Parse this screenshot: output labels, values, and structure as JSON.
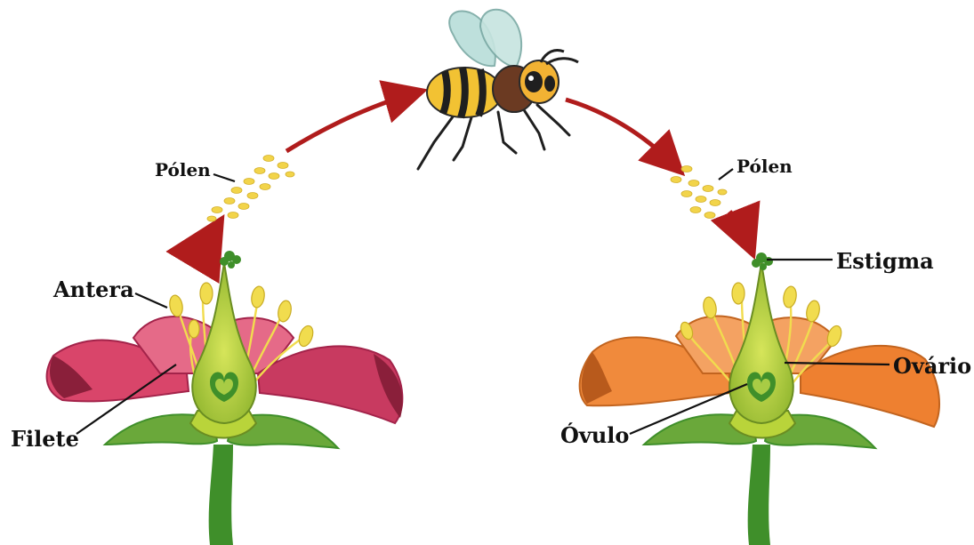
{
  "labels": {
    "pollen_left": "Pólen",
    "pollen_right": "Pólen",
    "anther": "Antera",
    "filament": "Filete",
    "stigma": "Estigma",
    "ovary": "Ovário",
    "ovule": "Óvulo"
  },
  "colors": {
    "arrow": "#b01c1c",
    "pollen": "#f2d44a",
    "left_petal": "#d9456a",
    "left_petal_dark": "#a3234a",
    "right_petal": "#f08a3c",
    "right_petal_dark": "#c2641f",
    "stem": "#3f8f2a",
    "ovary": "#b9d43a",
    "stamen": "#f1dc4e"
  }
}
